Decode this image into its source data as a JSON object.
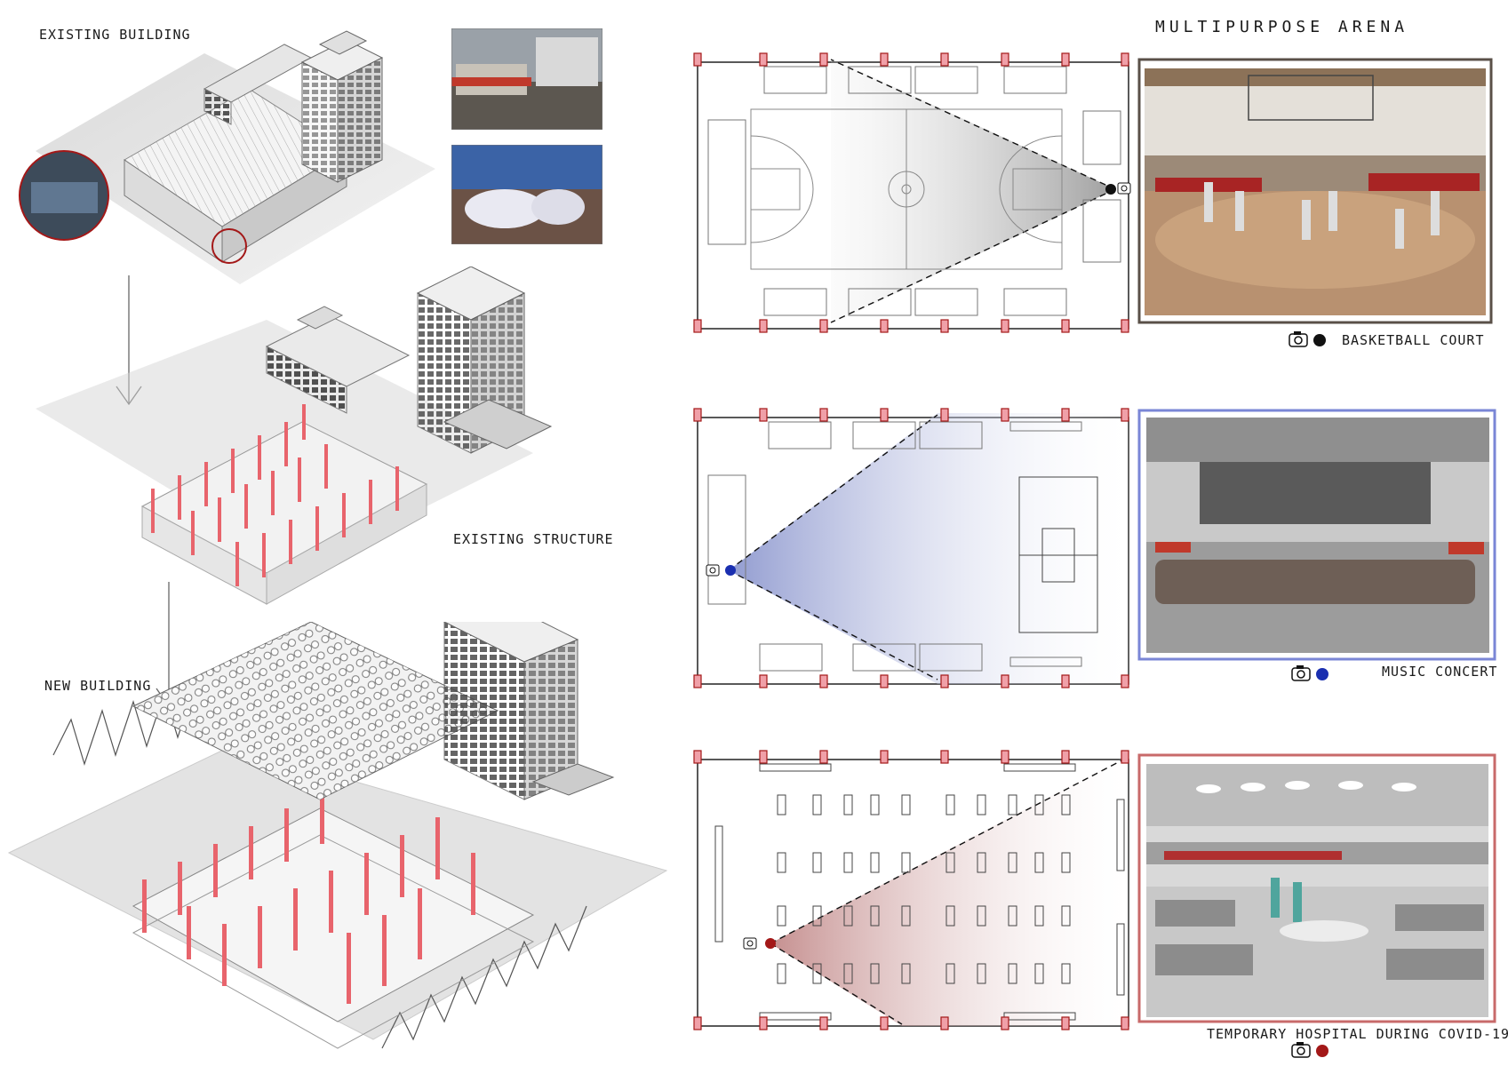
{
  "title": "MULTIPURPOSE ARENA",
  "labels": {
    "existing_building": "EXISTING BUILDING",
    "existing_structure": "EXISTING STRUCTURE",
    "new_building": "NEW BUILDING"
  },
  "scenarios": [
    {
      "label": "BASKETBALL COURT",
      "marker_color": "#111111",
      "frame_color": "#5a5048"
    },
    {
      "label": "MUSIC CONCERT",
      "marker_color": "#1a2fb0",
      "frame_color": "#7a86d6"
    },
    {
      "label": "TEMPORARY HOSPITAL DURING COVID-19",
      "marker_color": "#a31818",
      "frame_color": "#c86a6a"
    }
  ],
  "colors": {
    "column_red": "#e8646c",
    "line": "#222222"
  },
  "icons": [
    "camera-icon",
    "down-arrow-icon"
  ]
}
